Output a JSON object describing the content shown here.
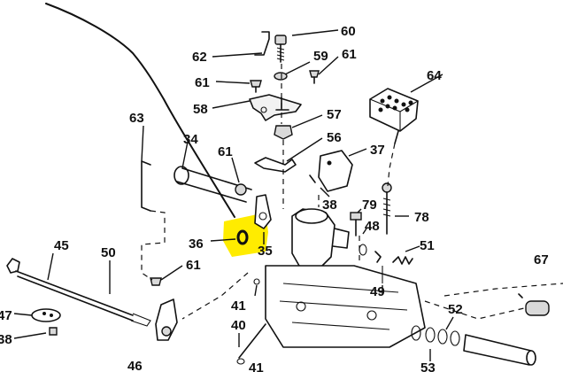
{
  "highlight_color": "#ffec00",
  "labels": {
    "l60": "60",
    "l62": "62",
    "l59": "59",
    "l61a": "61",
    "l61b": "61",
    "l64": "64",
    "l58": "58",
    "l57": "57",
    "l63": "63",
    "l34": "34",
    "l56": "56",
    "l61c": "61",
    "l37": "37",
    "l38": "38",
    "l79": "79",
    "l48": "48",
    "l78": "78",
    "l45": "45",
    "l50": "50",
    "l36": "36",
    "l35": "35",
    "l51": "51",
    "l61d": "61",
    "l67": "67",
    "l49": "49",
    "l41a": "41",
    "l40": "40",
    "l52": "52",
    "l47": "47",
    "l38b": "38",
    "l46": "46",
    "l41b": "41",
    "l53": "53"
  }
}
